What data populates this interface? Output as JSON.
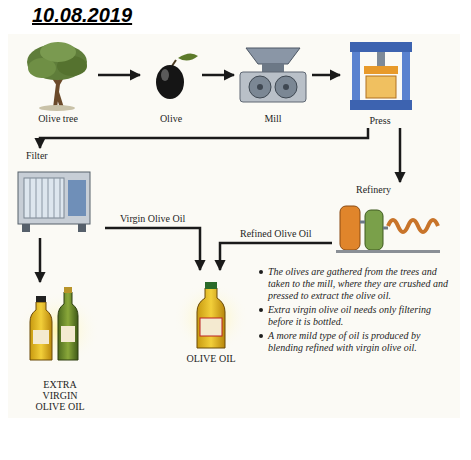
{
  "diagram": {
    "title": "10.08.2019",
    "nodes": [
      {
        "text": [
          "Olive tree"
        ]
      },
      {
        "text": [
          "Olive"
        ]
      },
      {
        "text": [
          "Mill"
        ]
      },
      {
        "text": [
          "Press"
        ]
      },
      {
        "text": [
          "Filter"
        ]
      },
      {
        "text": [
          "Refinery"
        ]
      },
      {
        "text": [
          "EXTRA VIRGIN OLIVE OIL"
        ]
      },
      {
        "text": [
          "OLIVE OIL"
        ]
      }
    ],
    "edges": [
      {
        "from": 0,
        "to": 1,
        "arrow": "to"
      },
      {
        "from": 1,
        "to": 2,
        "arrow": "to"
      },
      {
        "from": 2,
        "to": 3,
        "arrow": "to"
      },
      {
        "from": 3,
        "to": 4,
        "arrow": "to"
      },
      {
        "from": 3,
        "to": 5,
        "arrow": "to"
      },
      {
        "from": 4,
        "to": 6,
        "arrow": "to"
      },
      {
        "from": 4,
        "to": 7,
        "label": "Virgin Olive Oil",
        "arrow": "to"
      },
      {
        "from": 5,
        "to": 7,
        "label": "Refined Olive Oil",
        "arrow": "to"
      }
    ],
    "labels": [
      "The olives are gathered from the trees and taken to the mill, where they are crushed and pressed to extract the olive oil.",
      "Extra virgin olive oil needs only filtering before it is bottled.",
      "A more mild type of oil is produced by blending refined with virgin olive oil."
    ]
  }
}
